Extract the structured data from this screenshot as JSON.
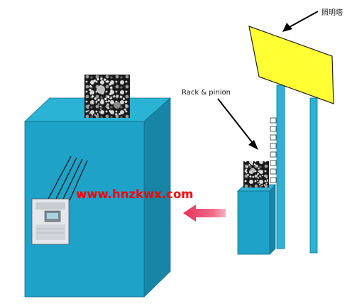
{
  "labels": {
    "tower": "照明塔",
    "rack_pinion": "Rack & pinion",
    "watermark": "www.hnzkwx.com"
  },
  "colors": {
    "cabinet_front": "#1ea2c8",
    "cabinet_top": "#2bb3d6",
    "cabinet_side": "#1785a6",
    "tower_sign": "#ffff33",
    "arrow": "#e8305a",
    "watermark": "#ff0000",
    "gear": "#3a3a3a"
  },
  "icons": {
    "gears_large": "gear-cluster-icon",
    "gears_small": "gear-cluster-icon",
    "inverter": "frequency-inverter-icon",
    "move_arrow": "left-arrow-icon"
  }
}
